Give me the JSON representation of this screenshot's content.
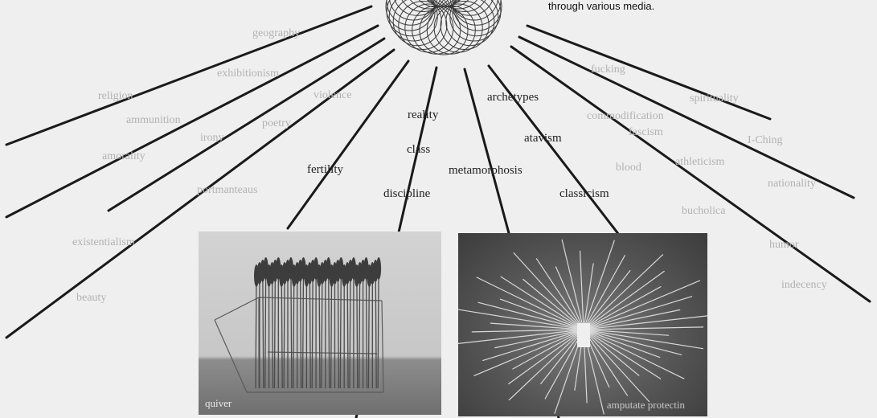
{
  "caption": "through various media.",
  "terms_faint": [
    "geography",
    "exhibitionism",
    "violence",
    "fucking",
    "spirituality",
    "religion",
    "ammunition",
    "irony",
    "poetry",
    "commodification",
    "fascism",
    "I-Ching",
    "amorality",
    "blood",
    "athleticism",
    "nationality",
    "portmanteaus",
    "bucholica",
    "existentialism",
    "humor",
    "indecency",
    "beauty"
  ],
  "terms_dark": [
    "archetypes",
    "reality",
    "class",
    "atavism",
    "fertility",
    "metamorphosis",
    "discipline",
    "classicism"
  ],
  "photos": [
    {
      "label": "quiver"
    },
    {
      "label": "amputate protectin"
    }
  ],
  "colors": {
    "background": "#efefef",
    "faint_text": "#b2b2b2",
    "dark_text": "#222222",
    "rays": "#1a1a1a"
  }
}
